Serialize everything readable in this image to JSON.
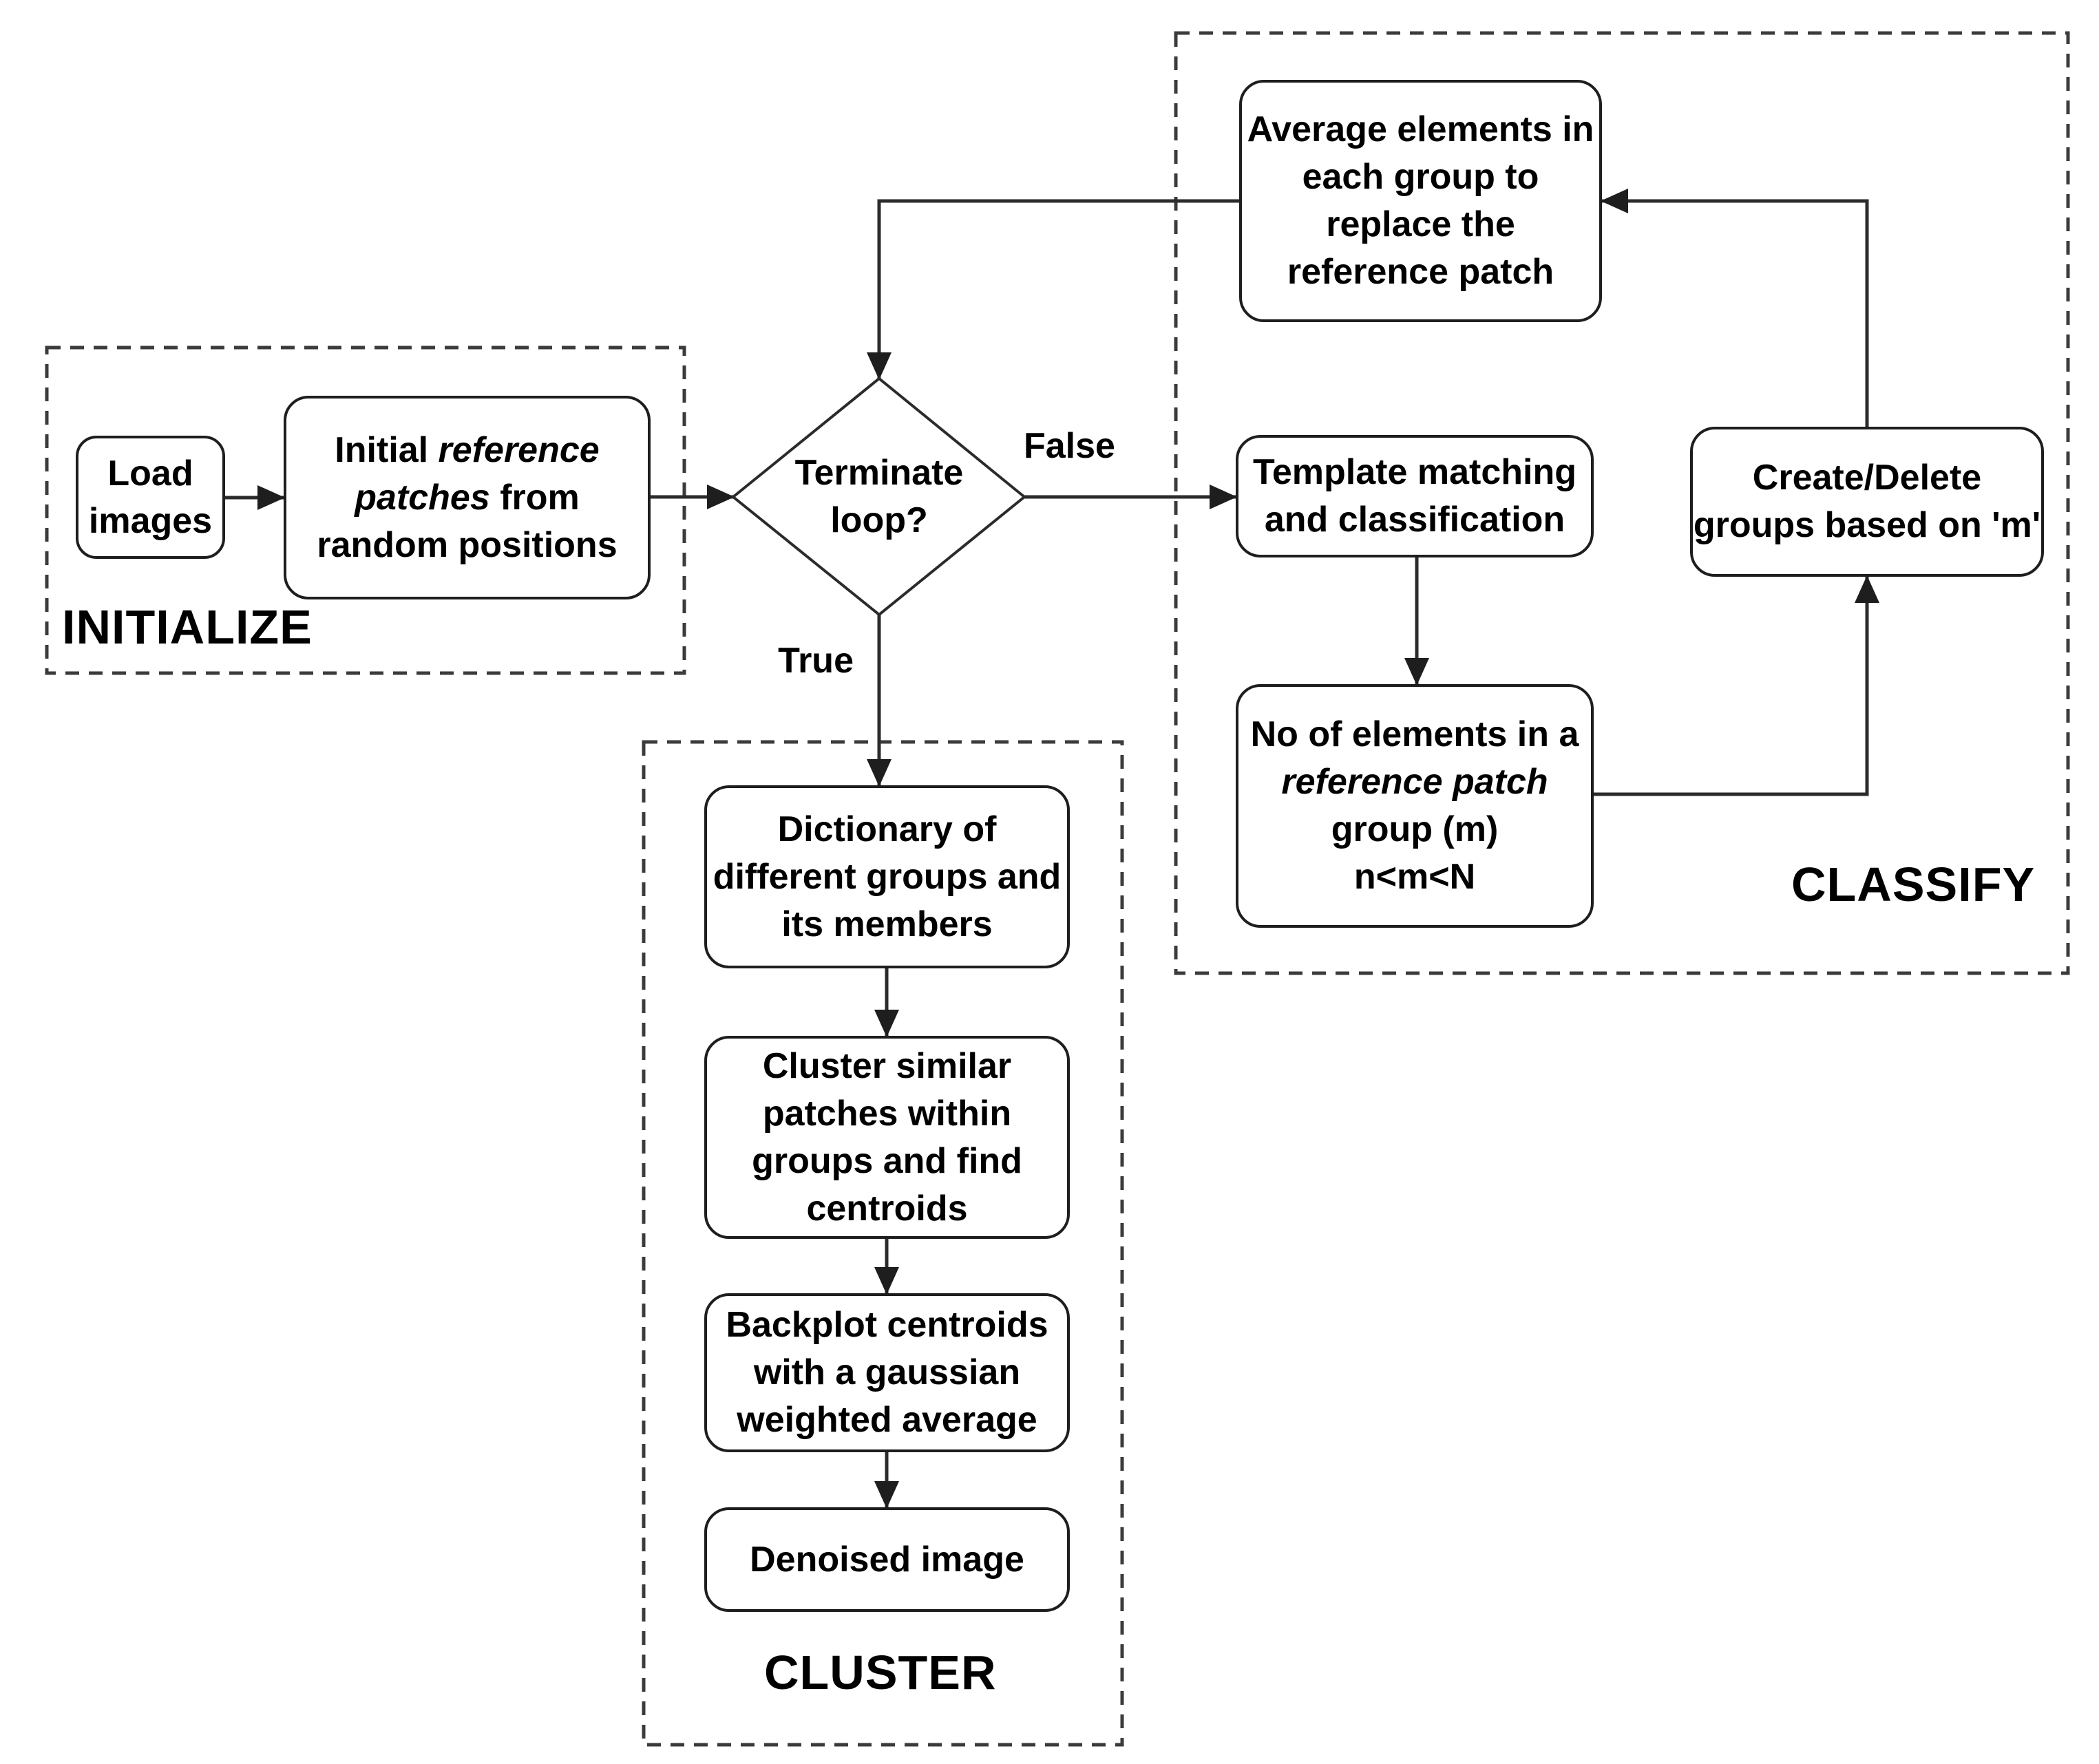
{
  "diagram": {
    "colors": {
      "background": "#ffffff",
      "line": "#2b2b2b",
      "text": "#000000"
    },
    "sections": {
      "initialize": {
        "label": "INITIALIZE"
      },
      "classify": {
        "label": "CLASSIFY"
      },
      "cluster": {
        "label": "CLUSTER"
      }
    },
    "edge_labels": {
      "false_branch": "False",
      "true_branch": "True"
    },
    "nodes": {
      "load_images": {
        "lines": [
          "Load",
          "images"
        ]
      },
      "initial_patches": {
        "l1_normal": "Initial ",
        "l1_italic": "reference",
        "l2_italic": "patches",
        "l2_normal": " from",
        "l3": "random positions"
      },
      "terminate_loop": {
        "lines": [
          "Terminate",
          "loop?"
        ]
      },
      "average_elements": {
        "lines": [
          "Average elements in",
          "each group to",
          "replace the",
          "reference patch"
        ]
      },
      "template_matching": {
        "lines": [
          "Template matching",
          "and classification"
        ]
      },
      "create_delete": {
        "lines": [
          "Create/Delete",
          "groups based on 'm'"
        ]
      },
      "no_of_elements": {
        "l1": "No of elements in a",
        "l2_italic": "reference patch",
        "l3": "group (m)",
        "l4": "n<m<N"
      },
      "dictionary": {
        "lines": [
          "Dictionary of",
          "different groups and",
          "its members"
        ]
      },
      "cluster_similar": {
        "lines": [
          "Cluster similar",
          "patches within",
          "groups and find",
          "centroids"
        ]
      },
      "backplot": {
        "lines": [
          "Backplot centroids",
          "with a gaussian",
          "weighted average"
        ]
      },
      "denoised": {
        "lines": [
          "Denoised image"
        ]
      }
    }
  }
}
